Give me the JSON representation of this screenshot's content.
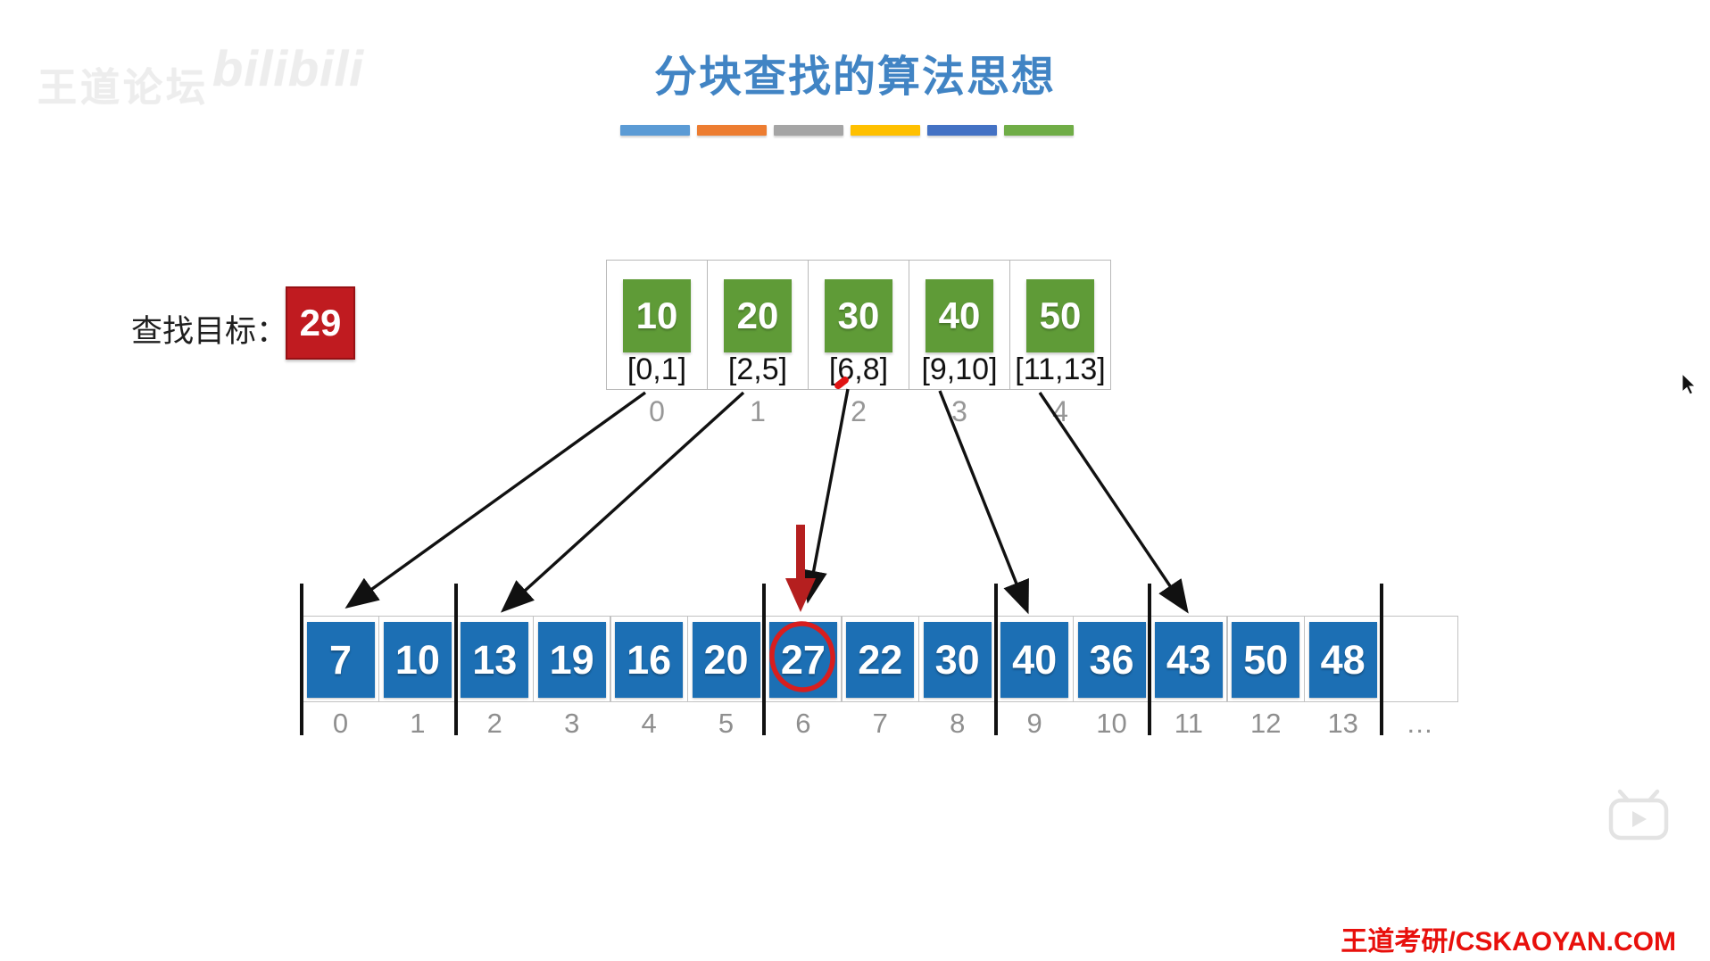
{
  "watermark": {
    "site": "王道论坛",
    "platform": "bilibili"
  },
  "title": {
    "text": "分块查找的算法思想",
    "underline_colors": [
      "#5B9BD5",
      "#ED7D31",
      "#A5A5A5",
      "#FFC000",
      "#4472C4",
      "#70AD47"
    ]
  },
  "search_target": {
    "label": "查找目标：",
    "value": "29",
    "box_color": "#c01b20"
  },
  "index_table": {
    "box_color": "#5f9b37",
    "blocks": [
      {
        "max": "10",
        "range": "[0,1]",
        "index": "0"
      },
      {
        "max": "20",
        "range": "[2,5]",
        "index": "1"
      },
      {
        "max": "30",
        "range": "[6,8]",
        "index": "2"
      },
      {
        "max": "40",
        "range": "[9,10]",
        "index": "3"
      },
      {
        "max": "50",
        "range": "[11,13]",
        "index": "4"
      }
    ]
  },
  "array": {
    "box_color": "#1c6fb4",
    "ellipsis": "…",
    "cells": [
      {
        "value": "7",
        "index": "0"
      },
      {
        "value": "10",
        "index": "1"
      },
      {
        "value": "13",
        "index": "2"
      },
      {
        "value": "19",
        "index": "3"
      },
      {
        "value": "16",
        "index": "4"
      },
      {
        "value": "20",
        "index": "5"
      },
      {
        "value": "27",
        "index": "6",
        "highlighted": true
      },
      {
        "value": "22",
        "index": "7"
      },
      {
        "value": "30",
        "index": "8"
      },
      {
        "value": "40",
        "index": "9"
      },
      {
        "value": "36",
        "index": "10"
      },
      {
        "value": "43",
        "index": "11"
      },
      {
        "value": "50",
        "index": "12"
      },
      {
        "value": "48",
        "index": "13"
      }
    ]
  },
  "annotations": {
    "highlight_value": "27",
    "arrow_color": "#b51f1f",
    "circle_color": "#d81e1e"
  },
  "footer": {
    "brand": "王道考研/CSKAOYAN.COM"
  }
}
